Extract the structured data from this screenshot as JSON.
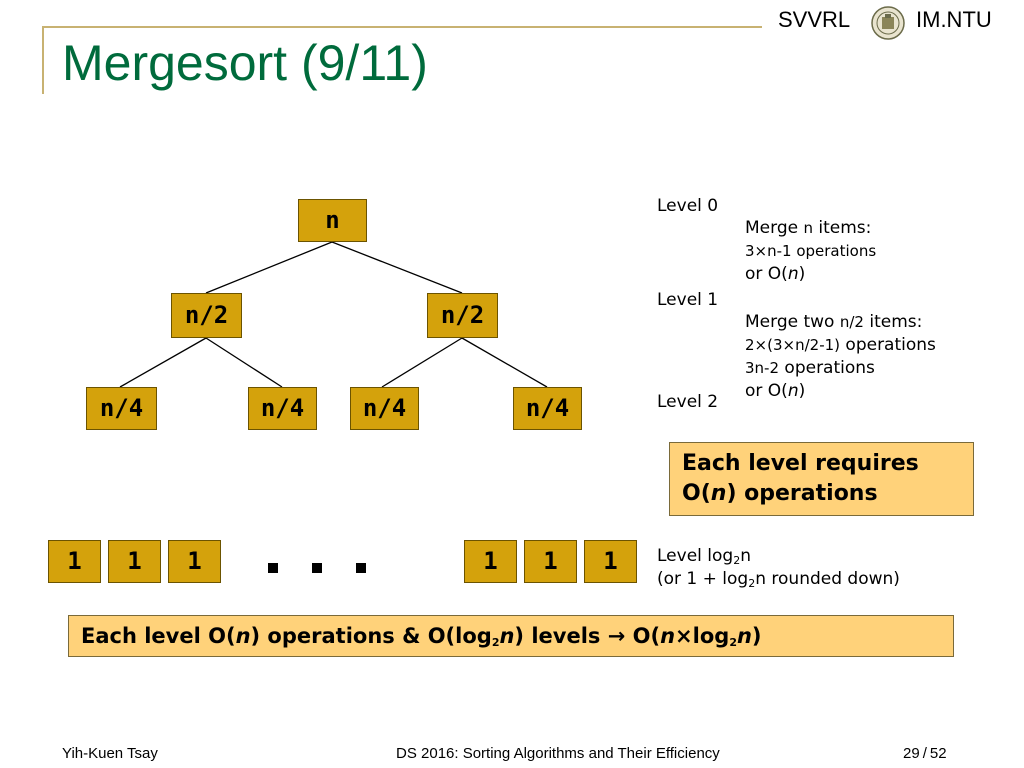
{
  "header": {
    "brand_left": "SVVRL",
    "brand_right": "IM.NTU",
    "seal_icon": "ntu-seal-icon",
    "title": "Mergesort (9/11)"
  },
  "tree": {
    "root": "n",
    "level1": [
      "n/2",
      "n/2"
    ],
    "level2": [
      "n/4",
      "n/4",
      "n/4",
      "n/4"
    ],
    "leaves_left": [
      "1",
      "1",
      "1"
    ],
    "leaves_right": [
      "1",
      "1",
      "1"
    ],
    "line_color": "#000000",
    "node_color": "#d4a20c"
  },
  "levels": {
    "level0": "Level 0",
    "level0_note": {
      "line1_pre": "Merge ",
      "line1_n": "n",
      "line1_post": " items:",
      "line2": "3×n-1 operations",
      "line3_pre": "or O(",
      "line3_n": "n",
      "line3_post": ")"
    },
    "level1": "Level 1",
    "level1_note": {
      "line1_pre": "Merge two ",
      "line1_n": "n/2",
      "line1_post": " items:",
      "line2_pre": "2×",
      "line2_mid": "(3×n/2-1)",
      "line2_post": " operations",
      "line3_pre": "3n-2",
      "line3_post": " operations",
      "line4_pre": "or O(",
      "line4_n": "n",
      "line4_post": ")"
    },
    "level2": "Level 2",
    "level_log_pre": "Level log",
    "level_log_sub": "2",
    "level_log_post": "n",
    "level_log_note_pre": "(or 1 + log",
    "level_log_note_sub": "2",
    "level_log_note_post": "n rounded down)"
  },
  "requires_box": {
    "line1": "Each level requires",
    "line2_pre": "O(",
    "line2_n": "n",
    "line2_post": ") operations",
    "bg_color": "#ffd27a"
  },
  "summary_box": {
    "part1": "Each level O(",
    "n1": "n",
    "part2": ") operations & O(log",
    "sub1": "2",
    "n2": "n",
    "part3": ") levels ",
    "arrow": "→",
    "part4": " O(",
    "n3": "n",
    "times": "×log",
    "sub2": "2",
    "n4": "n",
    "part5": ")"
  },
  "footer": {
    "author": "Yih-Kuen Tsay",
    "course": "DS 2016: Sorting Algorithms and Their Efficiency",
    "page": "29",
    "separator": "/",
    "total": "52"
  }
}
